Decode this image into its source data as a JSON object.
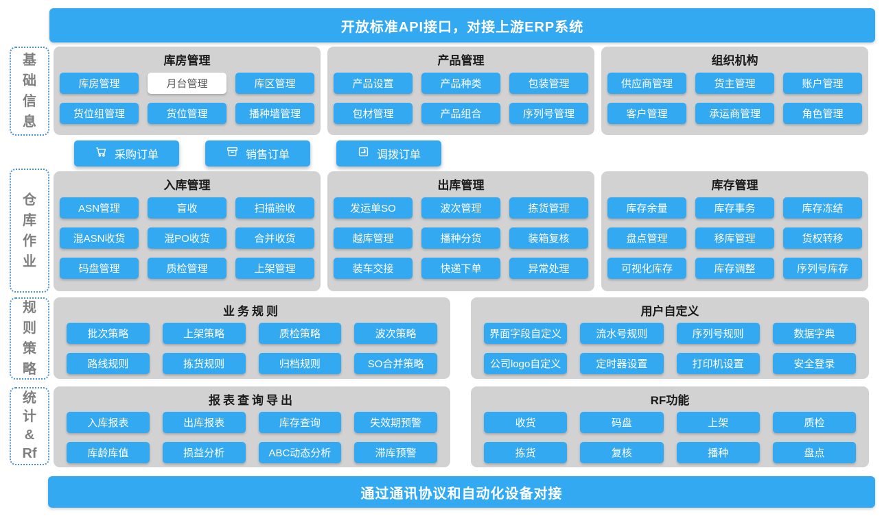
{
  "colors": {
    "accent": "#33a9f2",
    "panel_bg": "#d2d2d2",
    "active_button_bg": "#ffffff"
  },
  "top_banner": {
    "label": "开放标准API接口，对接上游ERP系统"
  },
  "bottom_banner": {
    "label": "通过通讯协议和自动化设备对接"
  },
  "side_labels": {
    "base_info": "基\n础\n信\n息",
    "warehouse_ops": "仓\n库\n作\n业",
    "rules": "规\n则\n策\n略",
    "stats_rf": "统\n计\n&\nRf"
  },
  "order_bar": {
    "purchase": "采购订单",
    "sales": "销售订单",
    "transfer": "调拨订单"
  },
  "base_info": {
    "warehouse": {
      "title": "库房管理",
      "buttons": [
        "库房管理",
        "月台管理",
        "库区管理",
        "货位组管理",
        "货位管理",
        "播种墙管理"
      ]
    },
    "product": {
      "title": "产品管理",
      "buttons": [
        "产品设置",
        "产品种类",
        "包装管理",
        "包材管理",
        "产品组合",
        "序列号管理"
      ]
    },
    "org": {
      "title": "组织机构",
      "buttons": [
        "供应商管理",
        "货主管理",
        "账户管理",
        "客户管理",
        "承运商管理",
        "角色管理"
      ]
    }
  },
  "warehouse_ops": {
    "inbound": {
      "title": "入库管理",
      "buttons": [
        "ASN管理",
        "盲收",
        "扫描验收",
        "混ASN收货",
        "混PO收货",
        "合并收货",
        "码盘管理",
        "质检管理",
        "上架管理"
      ]
    },
    "outbound": {
      "title": "出库管理",
      "buttons": [
        "发运单SO",
        "波次管理",
        "拣货管理",
        "越库管理",
        "播种分货",
        "装箱复核",
        "装车交接",
        "快递下单",
        "异常处理"
      ]
    },
    "inventory": {
      "title": "库存管理",
      "buttons": [
        "库存余量",
        "库存事务",
        "库存冻结",
        "盘点管理",
        "移库管理",
        "货权转移",
        "可视化库存",
        "库存调整",
        "序列号库存"
      ]
    }
  },
  "rules": {
    "business": {
      "title": "业务规则",
      "buttons": [
        "批次策略",
        "上架策略",
        "质检策略",
        "波次策略",
        "路线规则",
        "拣货规则",
        "归档规则",
        "SO合并策略"
      ]
    },
    "custom": {
      "title": "用户自定义",
      "buttons": [
        "界面字段自定义",
        "流水号规则",
        "序列号规则",
        "数据字典",
        "公司logo自定义",
        "定时器设置",
        "打印机设置",
        "安全登录"
      ]
    }
  },
  "stats": {
    "reports": {
      "title": "报表查询导出",
      "buttons": [
        "入库报表",
        "出库报表",
        "库存查询",
        "失效期预警",
        "库龄库值",
        "损益分析",
        "ABC动态分析",
        "滞库预警"
      ]
    },
    "rf": {
      "title": "RF功能",
      "buttons": [
        "收货",
        "码盘",
        "上架",
        "质检",
        "拣货",
        "复核",
        "播种",
        "盘点"
      ]
    }
  }
}
